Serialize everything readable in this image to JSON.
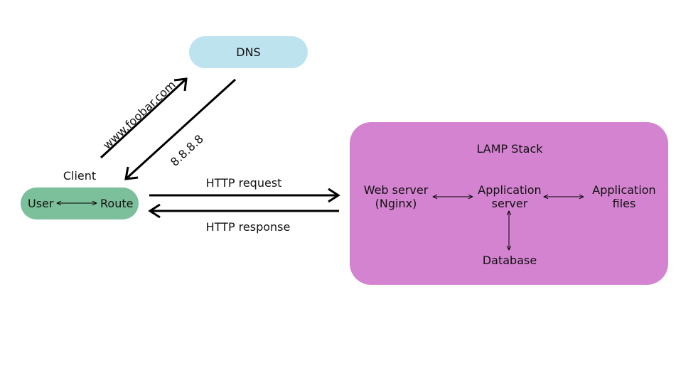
{
  "colors": {
    "dns": "#bde3ee",
    "client": "#7cbf9b",
    "lamp": "#d483d0",
    "stroke": "#000000"
  },
  "dns": {
    "label": "DNS"
  },
  "client": {
    "title": "Client",
    "user": "User",
    "route": "Route"
  },
  "lookup": {
    "request": "www.foobar.com",
    "response": "8.8.8.8"
  },
  "http": {
    "request": "HTTP request",
    "response": "HTTP response"
  },
  "lamp": {
    "title": "LAMP Stack",
    "web_server": "Web server\n(Nginx)",
    "app_server": "Application\nserver",
    "app_files": "Application\nfiles",
    "database": "Database"
  }
}
